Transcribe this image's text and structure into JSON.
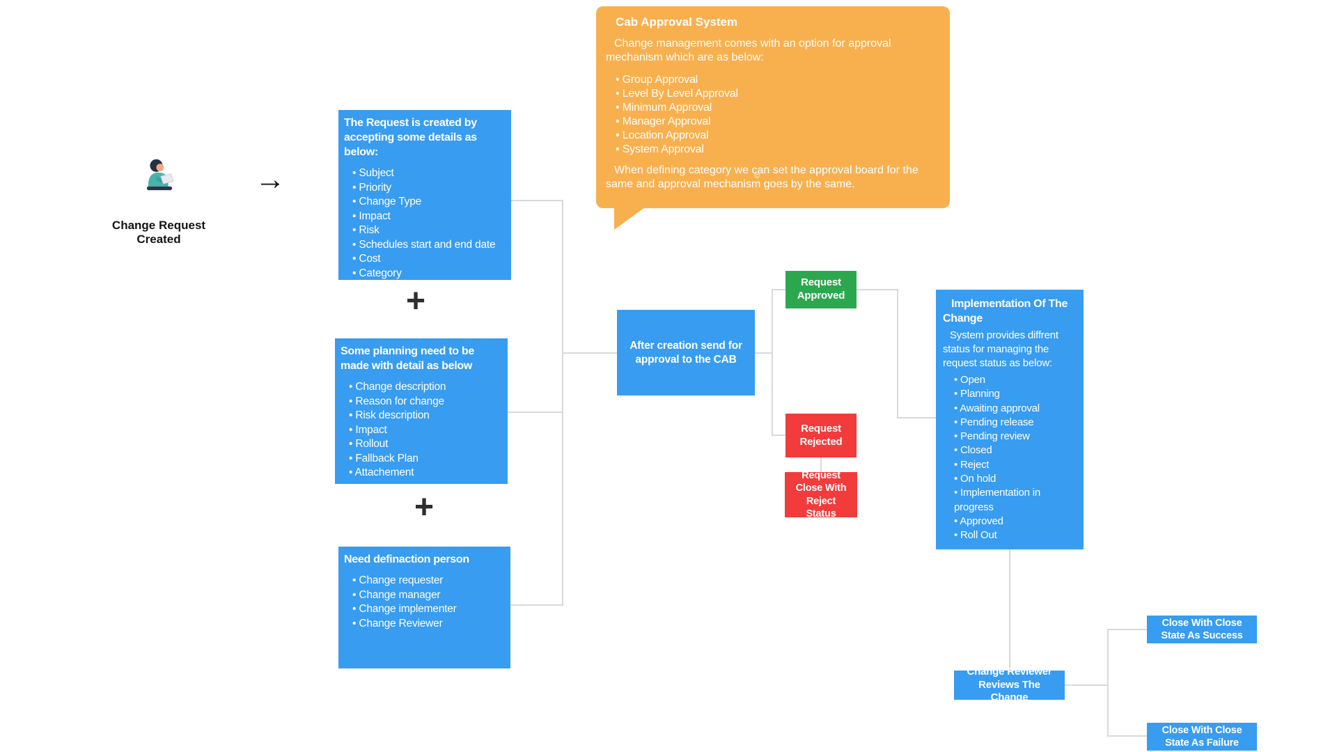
{
  "colors": {
    "node_blue": "#389CF0",
    "node_green": "#2BA84E",
    "node_red": "#F23B3B",
    "callout_orange": "#F8B04E",
    "connector_gray": "#D9D9D9",
    "text_white": "#FFFFFF",
    "text_dark": "#141414"
  },
  "start": {
    "label": "Change Request Created",
    "arrow": "→",
    "icon": "person-with-laptop-icon"
  },
  "glyphs": {
    "plus": "+"
  },
  "callout": {
    "title": "Cab Approval System",
    "intro": "Change management comes with an  option for approval mechanism which are as below:",
    "bullets": [
      "Group Approval",
      "Level By Level Approval",
      "Minimum Approval",
      "Manager Approval",
      "Location Approval",
      "System Approval"
    ],
    "mark": "©",
    "footer": "When defining category we can set the approval  board for the same and approval mechanism goes by the same."
  },
  "nodes": {
    "request_details": {
      "title": "The Request is created by accepting some details as below:",
      "bullets": [
        "Subject",
        "Priority",
        "Change Type",
        "Impact",
        "Risk",
        "Schedules start and end date",
        "Cost",
        "Category"
      ]
    },
    "planning": {
      "title": "Some planning need to be made with detail as below",
      "bullets": [
        "Change description",
        "Reason for change",
        "Risk description",
        "Impact",
        "Rollout",
        "Fallback Plan",
        "Attachement"
      ]
    },
    "persons": {
      "title": "Need definaction person",
      "bullets": [
        "Change requester",
        "Change manager",
        "Change implementer",
        "Change Reviewer"
      ]
    },
    "send_approval": {
      "label": "After creation send for approval to the CAB"
    },
    "approved": {
      "label": "Request Approved"
    },
    "rejected": {
      "label": "Request Rejected"
    },
    "close_reject": {
      "label": "Request Close With Reject Status"
    },
    "implementation": {
      "title": "Implementation Of The Change",
      "intro": "System provides diffrent status for managing the request status as below:",
      "bullets": [
        "Open",
        "Planning",
        "Awaiting approval",
        "Pending release",
        "Pending review",
        "Closed",
        "Reject",
        "On hold",
        "Implementation in progress",
        "Approved",
        "Roll Out"
      ]
    },
    "review": {
      "label": "Change Reviewer Reviews The Change"
    },
    "close_success": {
      "label": "Close With Close State As Success"
    },
    "close_failure": {
      "label": "Close With Close State As Failure"
    }
  }
}
